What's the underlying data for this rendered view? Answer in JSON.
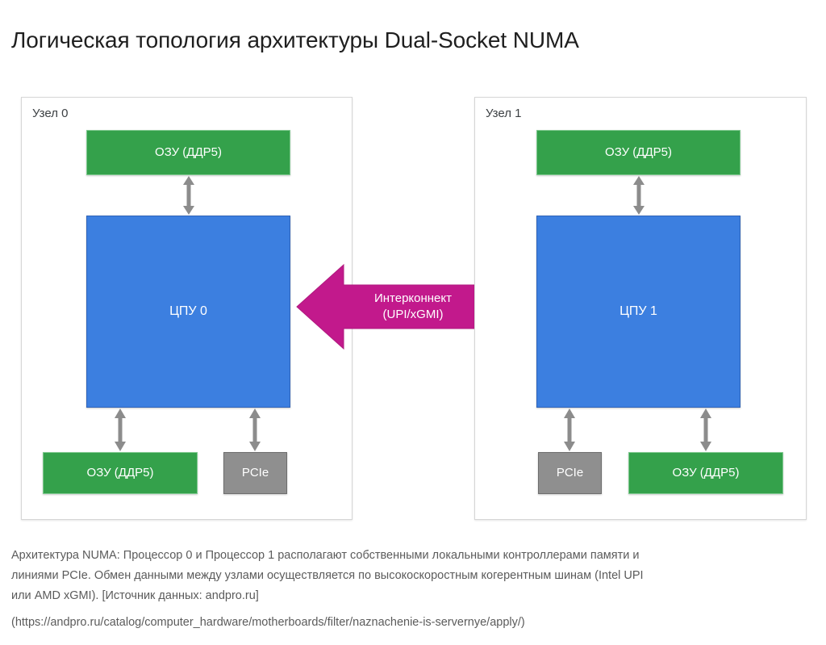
{
  "title": "Логическая топология архитектуры Dual-Socket NUMA",
  "colors": {
    "ram": "#34a14b",
    "cpu": "#3c7fe0",
    "pcie": "#8f8f8f",
    "interconnect": "#c2198c",
    "arrow": "#8c8c8c",
    "node_border": "#d6d6d6",
    "title_text": "#1f1f1f",
    "caption_text": "#5b5b5b"
  },
  "nodes": [
    {
      "label": "Узел 0",
      "ram_top": "ОЗУ (ДДР5)",
      "cpu": "ЦПУ 0",
      "ram_bottom": "ОЗУ (ДДР5)",
      "pcie": "PCIe"
    },
    {
      "label": "Узел 1",
      "ram_top": "ОЗУ (ДДР5)",
      "cpu": "ЦПУ 1",
      "ram_bottom": "ОЗУ (ДДР5)",
      "pcie": "PCIe"
    }
  ],
  "interconnect": {
    "line1": "Интерконнект",
    "line2": "(UPI/xGMI)"
  },
  "caption": {
    "line1": "Архитектура NUMA: Процессор 0 и Процессор 1 располагают собственными локальными контроллерами памяти и",
    "line2": "линиями PCIe. Обмен данными между узлами осуществляется по высокоскоростным когерентным шинам (Intel UPI",
    "line3": "или AMD xGMI). [Источник данных: andpro.ru]",
    "line4": "(https://andpro.ru/catalog/computer_hardware/motherboards/filter/naznachenie-is-servernye/apply/)"
  }
}
